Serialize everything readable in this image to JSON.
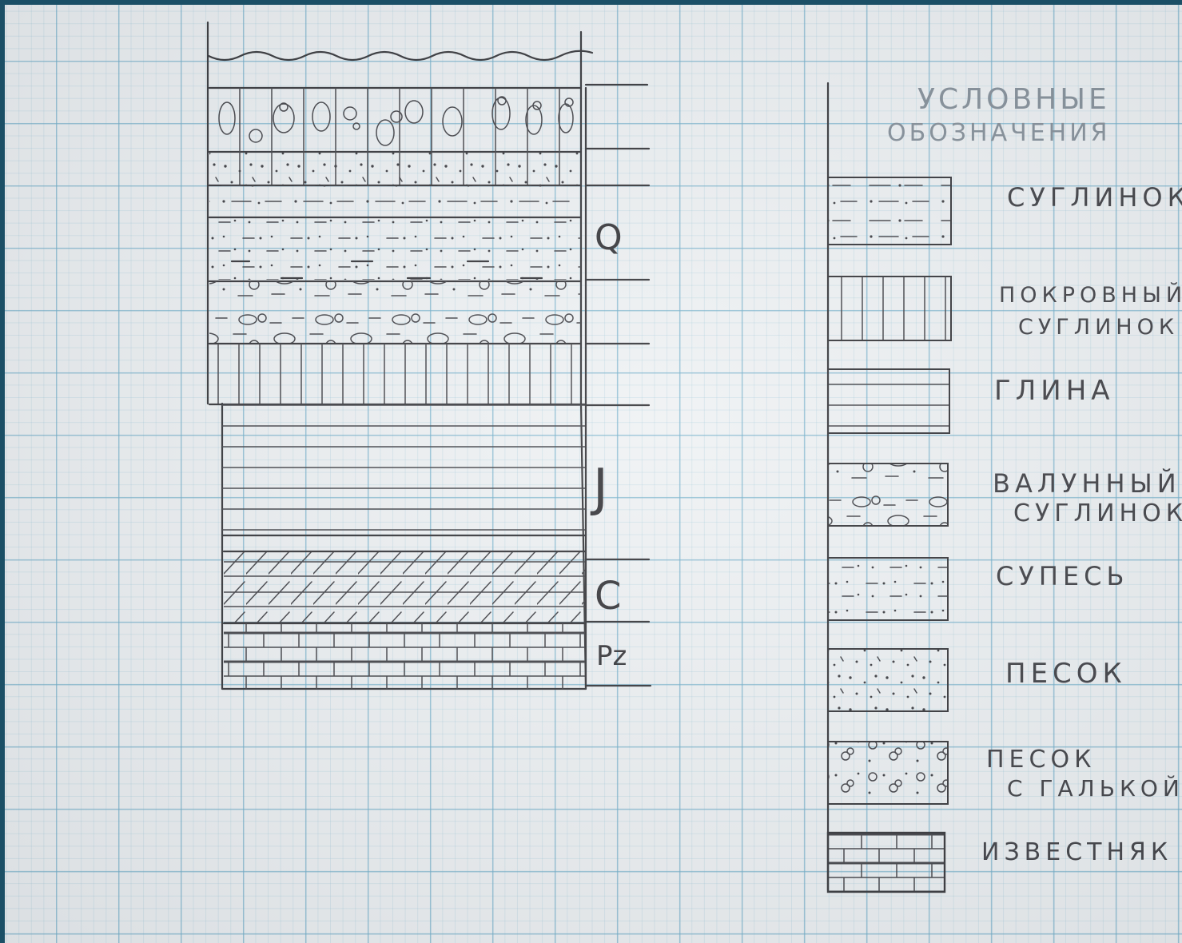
{
  "column": {
    "age_labels": [
      "Q",
      "J",
      "C",
      "Pz"
    ]
  },
  "legend": {
    "title_line1": "УСЛОВНЫЕ",
    "title_line2": "ОБОЗНАЧЕНИЯ",
    "items": [
      {
        "pattern": "suglinok",
        "lines": [
          "СУГЛИНОК"
        ]
      },
      {
        "pattern": "pokrovny",
        "lines": [
          "ПОКРОВНЫЙ",
          "СУГЛИНОК"
        ]
      },
      {
        "pattern": "glina",
        "lines": [
          "ГЛИНА"
        ]
      },
      {
        "pattern": "valunny",
        "lines": [
          "ВАЛУННЫЙ",
          "СУГЛИНОК"
        ]
      },
      {
        "pattern": "supes",
        "lines": [
          "СУПЕСЬ"
        ]
      },
      {
        "pattern": "pesok",
        "lines": [
          "ПЕСОК"
        ]
      },
      {
        "pattern": "pesok-galka",
        "lines": [
          "ПЕСОК",
          "С ГАЛЬКОЙ"
        ]
      },
      {
        "pattern": "izvestnyak",
        "lines": [
          "ИЗВЕСТНЯК"
        ]
      }
    ]
  },
  "colors": {
    "ink": "#2c2c30",
    "pencil": "#7f8a94",
    "grid": "#69aac8",
    "paper": "#eef1f3",
    "border": "#1b4f66"
  }
}
